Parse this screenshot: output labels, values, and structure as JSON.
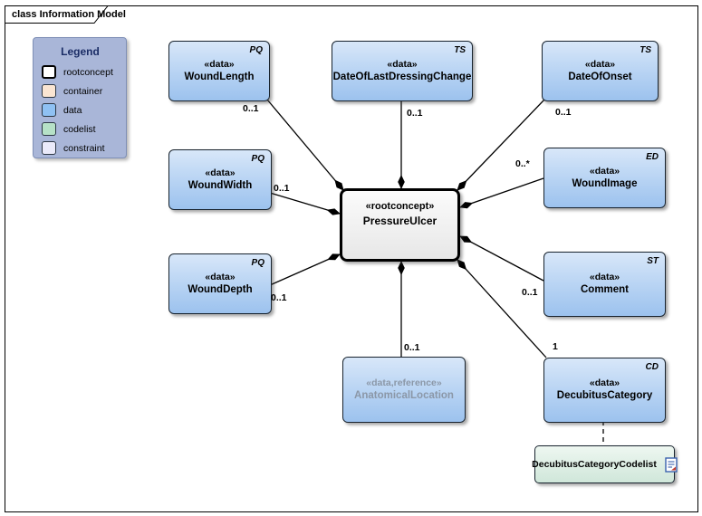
{
  "frame": {
    "tab_label": "class Information Model"
  },
  "legend": {
    "title": "Legend",
    "items": [
      {
        "label": "rootconcept",
        "color": "#ffffff"
      },
      {
        "label": "container",
        "color": "#fae5d2"
      },
      {
        "label": "data",
        "color": "#8fc1f3"
      },
      {
        "label": "codelist",
        "color": "#b6e1c7"
      },
      {
        "label": "constraint",
        "color": "#eaeafa"
      }
    ]
  },
  "nodes": {
    "pressure_ulcer": {
      "stereotype": "«rootconcept»",
      "name": "PressureUlcer"
    },
    "wound_length": {
      "stereotype": "«data»",
      "name": "WoundLength",
      "type_tag": "PQ",
      "multiplicity": "0..1"
    },
    "date_of_last_dressing_change": {
      "stereotype": "«data»",
      "name": "DateOfLastDressingChange",
      "type_tag": "TS",
      "multiplicity": "0..1"
    },
    "date_of_onset": {
      "stereotype": "«data»",
      "name": "DateOfOnset",
      "type_tag": "TS",
      "multiplicity": "0..1"
    },
    "wound_width": {
      "stereotype": "«data»",
      "name": "WoundWidth",
      "type_tag": "PQ",
      "multiplicity": "0..1"
    },
    "wound_depth": {
      "stereotype": "«data»",
      "name": "WoundDepth",
      "type_tag": "PQ",
      "multiplicity": "0..1"
    },
    "wound_image": {
      "stereotype": "«data»",
      "name": "WoundImage",
      "type_tag": "ED",
      "multiplicity": "0..*"
    },
    "comment": {
      "stereotype": "«data»",
      "name": "Comment",
      "type_tag": "ST",
      "multiplicity": "0..1"
    },
    "decubitus_category": {
      "stereotype": "«data»",
      "name": "DecubitusCategory",
      "type_tag": "CD",
      "multiplicity": "1"
    },
    "anatomical_location": {
      "stereotype": "«data,reference»",
      "name": "AnatomicalLocation",
      "multiplicity": "0..1"
    },
    "decubitus_category_codelist": {
      "name": "DecubitusCategoryCodelist"
    }
  },
  "colors": {
    "data_fill": "#9cc2ee",
    "codelist_fill": "#d0e7da",
    "legend_panel": "#a9b6d8",
    "connector": "#000000"
  }
}
